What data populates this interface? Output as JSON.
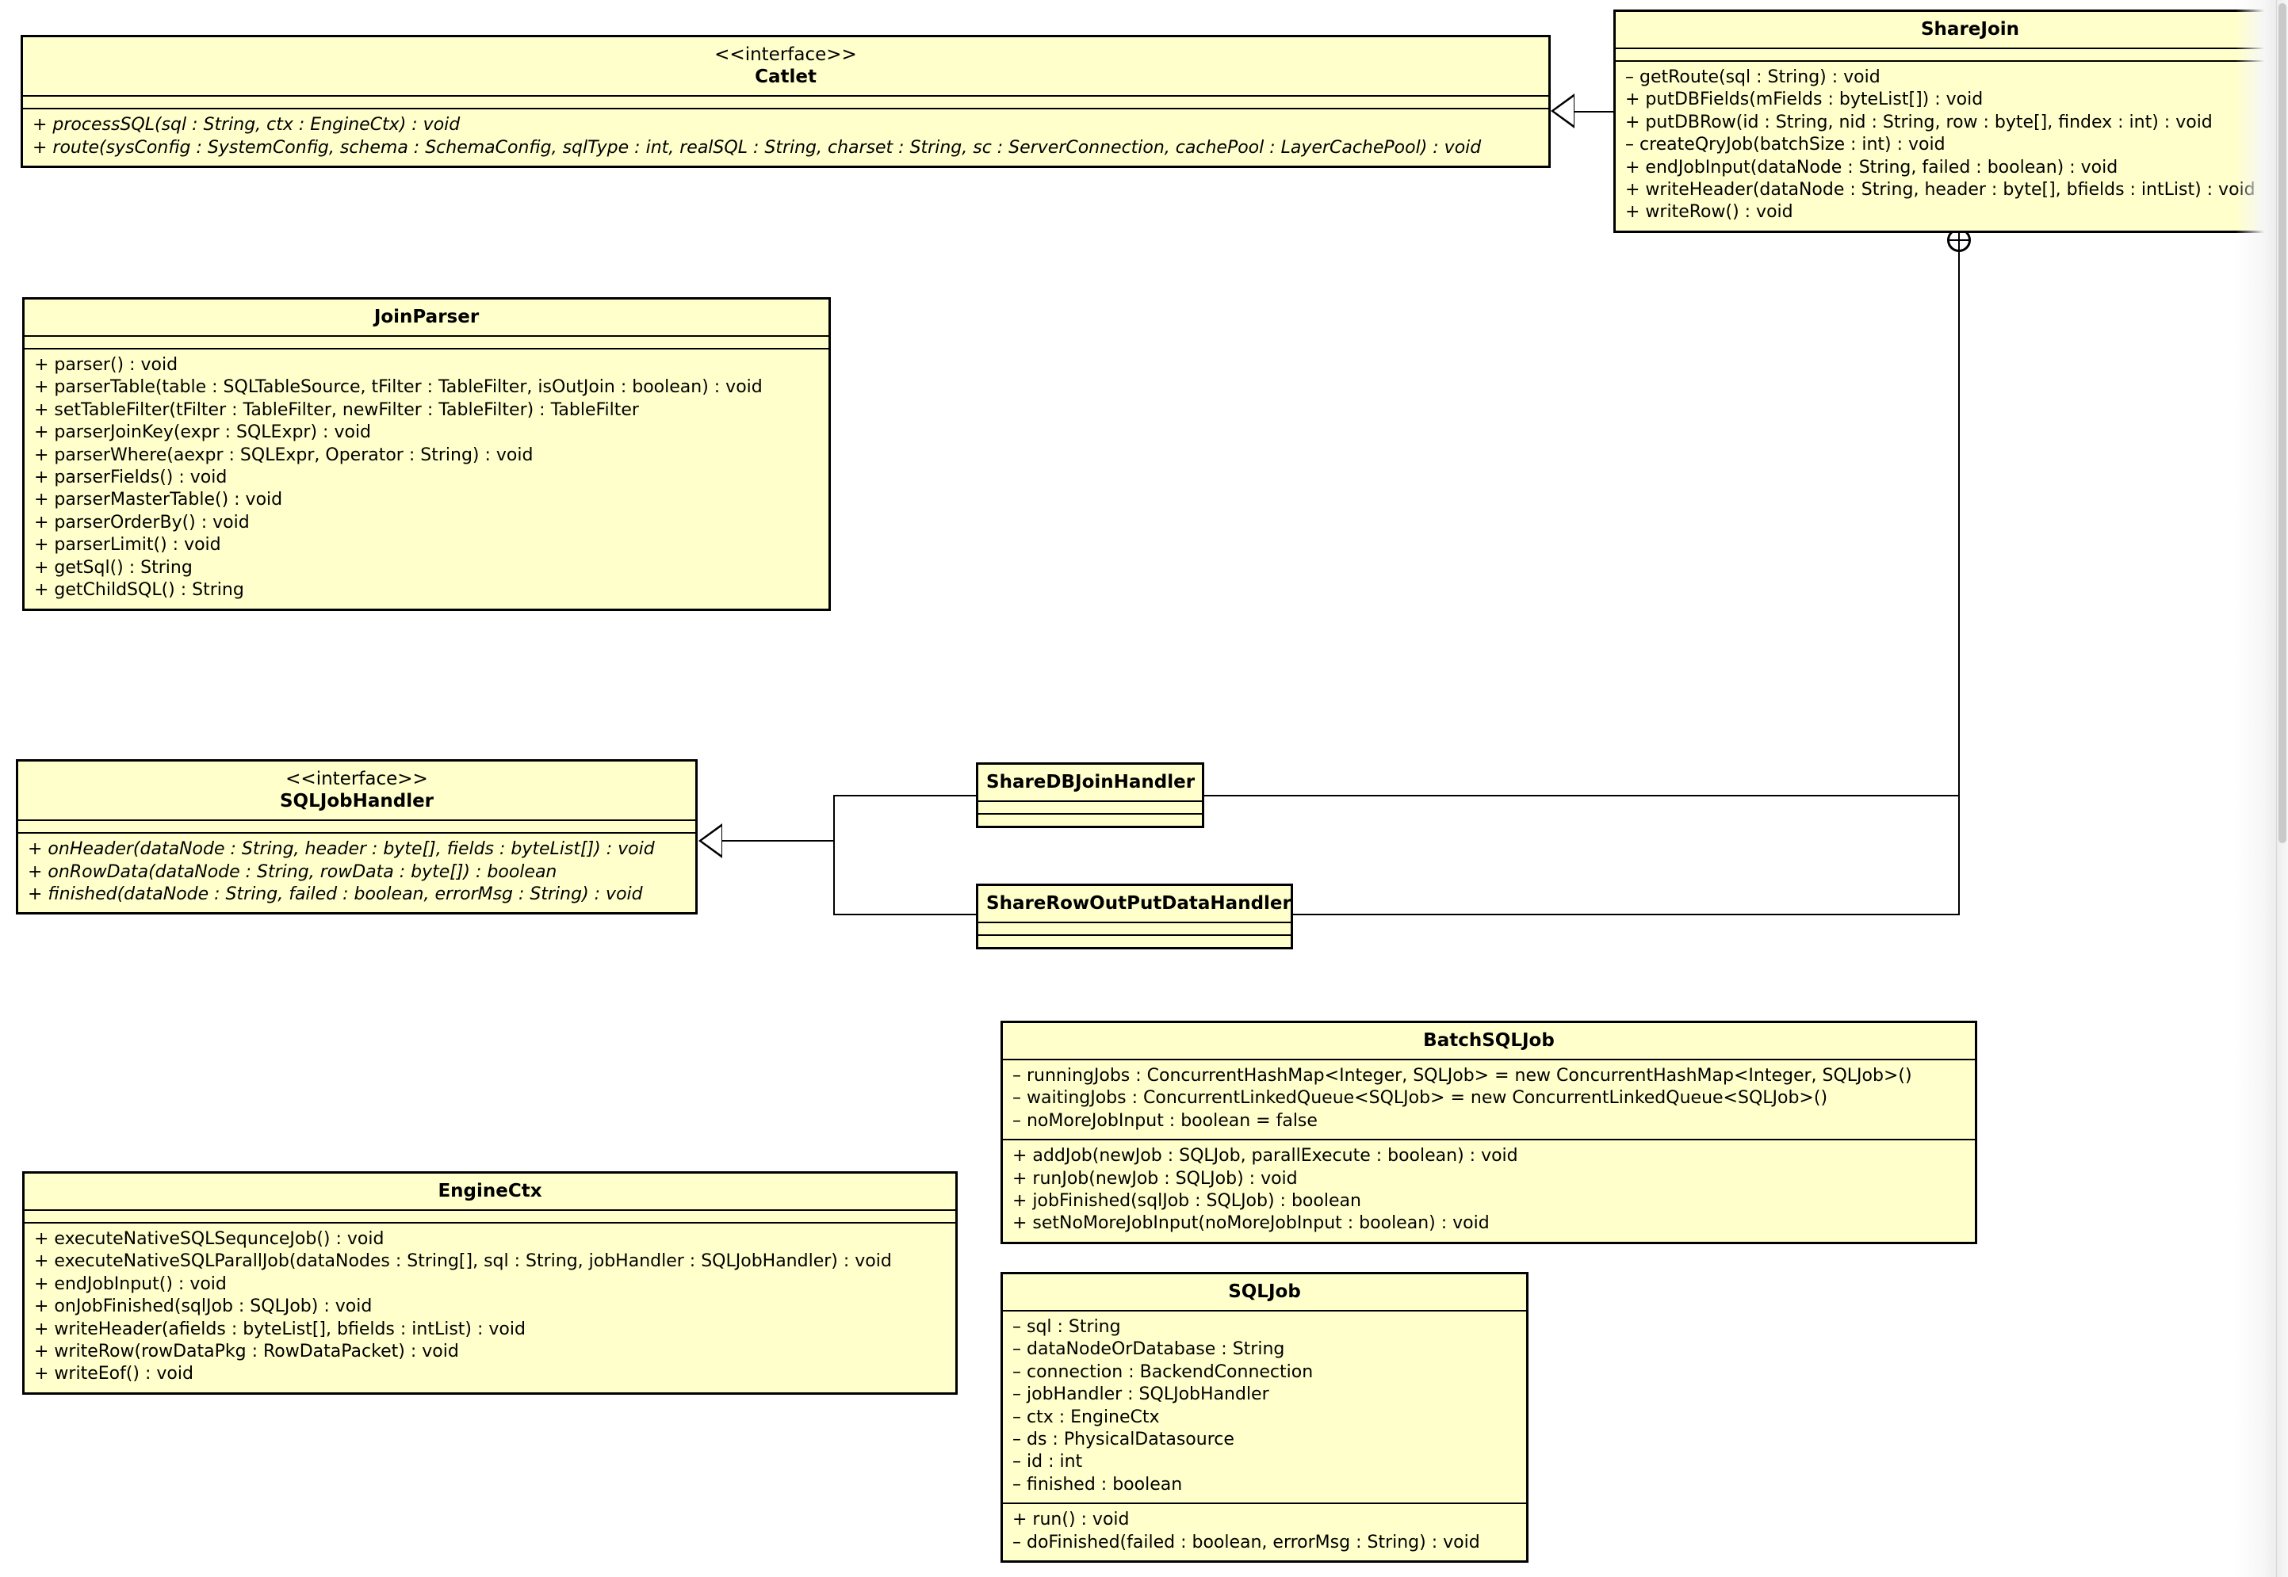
{
  "diagram": {
    "kind": "uml-class-diagram",
    "colors": {
      "box_fill": "#ffffcc",
      "box_border": "#000000",
      "canvas": "#ffffff",
      "text": "#000000"
    }
  },
  "classes": {
    "catlet": {
      "stereotype": "<<interface>>",
      "name": "Catlet",
      "attributes": [],
      "methods": [
        "+ processSQL(sql : String, ctx : EngineCtx) : void",
        "+ route(sysConfig : SystemConfig, schema : SchemaConfig, sqlType : int, realSQL : String, charset : String, sc : ServerConnection, cachePool : LayerCachePool) : void"
      ]
    },
    "sharejoin": {
      "stereotype": "",
      "name": "ShareJoin",
      "attributes": [],
      "methods": [
        "– getRoute(sql : String) : void",
        "+ putDBFields(mFields : byteList[]) : void",
        "+ putDBRow(id : String, nid : String, row : byte[], findex : int) : void",
        "– createQryJob(batchSize : int) : void",
        "+ endJobInput(dataNode : String, failed : boolean) : void",
        "+ writeHeader(dataNode : String, header : byte[], bfields : intList) : void",
        "+ writeRow() : void"
      ]
    },
    "joinparser": {
      "stereotype": "",
      "name": "JoinParser",
      "attributes": [],
      "methods": [
        "+ parser() : void",
        "+ parserTable(table : SQLTableSource, tFilter : TableFilter, isOutJoin : boolean) : void",
        "+ setTableFilter(tFilter : TableFilter, newFilter : TableFilter) : TableFilter",
        "+ parserJoinKey(expr : SQLExpr) : void",
        "+ parserWhere(aexpr : SQLExpr, Operator : String) : void",
        "+ parserFields() : void",
        "+ parserMasterTable() : void",
        "+ parserOrderBy() : void",
        "+ parserLimit() : void",
        "+ getSql() : String",
        "+ getChildSQL() : String"
      ]
    },
    "sqljobhandler": {
      "stereotype": "<<interface>>",
      "name": "SQLJobHandler",
      "attributes": [],
      "methods": [
        "+ onHeader(dataNode : String, header : byte[], fields : byteList[]) : void",
        "+ onRowData(dataNode : String, rowData : byte[]) : boolean",
        "+ finished(dataNode : String, failed : boolean, errorMsg : String) : void"
      ]
    },
    "sharedbjoinhandler": {
      "stereotype": "",
      "name": "ShareDBJoinHandler",
      "attributes": [],
      "methods": []
    },
    "sharerowoutputdatahandler": {
      "stereotype": "",
      "name": "ShareRowOutPutDataHandler",
      "attributes": [],
      "methods": []
    },
    "batchsqljob": {
      "stereotype": "",
      "name": "BatchSQLJob",
      "attributes": [
        "– runningJobs : ConcurrentHashMap<Integer, SQLJob> = new ConcurrentHashMap<Integer, SQLJob>()",
        "– waitingJobs : ConcurrentLinkedQueue<SQLJob> = new ConcurrentLinkedQueue<SQLJob>()",
        "– noMoreJobInput : boolean = false"
      ],
      "methods": [
        "+ addJob(newJob : SQLJob, parallExecute : boolean) : void",
        "+ runJob(newJob : SQLJob) : void",
        "+ jobFinished(sqlJob : SQLJob) : boolean",
        "+ setNoMoreJobInput(noMoreJobInput : boolean) : void"
      ]
    },
    "sqljob": {
      "stereotype": "",
      "name": "SQLJob",
      "attributes": [
        "– sql : String",
        "– dataNodeOrDatabase : String",
        "– connection : BackendConnection",
        "– jobHandler : SQLJobHandler",
        "– ctx : EngineCtx",
        "– ds : PhysicalDatasource",
        "– id : int",
        "– finished : boolean"
      ],
      "methods": [
        "+ run() : void",
        "– doFinished(failed : boolean, errorMsg : String) : void"
      ]
    },
    "enginectx": {
      "stereotype": "",
      "name": "EngineCtx",
      "attributes": [],
      "methods": [
        "+ executeNativeSQLSequnceJob() : void",
        "+ executeNativeSQLParallJob(dataNodes : String[], sql : String, jobHandler : SQLJobHandler) : void",
        "+ endJobInput() : void",
        "+ onJobFinished(sqlJob : SQLJob) : void",
        "+ writeHeader(afields : byteList[], bfields : intList) : void",
        "+ writeRow(rowDataPkg : RowDataPacket) : void",
        "+ writeEof() : void"
      ]
    }
  },
  "relationships": [
    {
      "from": "ShareJoin",
      "to": "Catlet",
      "type": "realization"
    },
    {
      "from": "ShareDBJoinHandler",
      "to": "SQLJobHandler",
      "type": "realization"
    },
    {
      "from": "ShareRowOutPutDataHandler",
      "to": "SQLJobHandler",
      "type": "realization"
    },
    {
      "from": "ShareJoin",
      "to": "ShareDBJoinHandler",
      "type": "containment"
    },
    {
      "from": "ShareJoin",
      "to": "ShareRowOutPutDataHandler",
      "type": "containment"
    }
  ]
}
